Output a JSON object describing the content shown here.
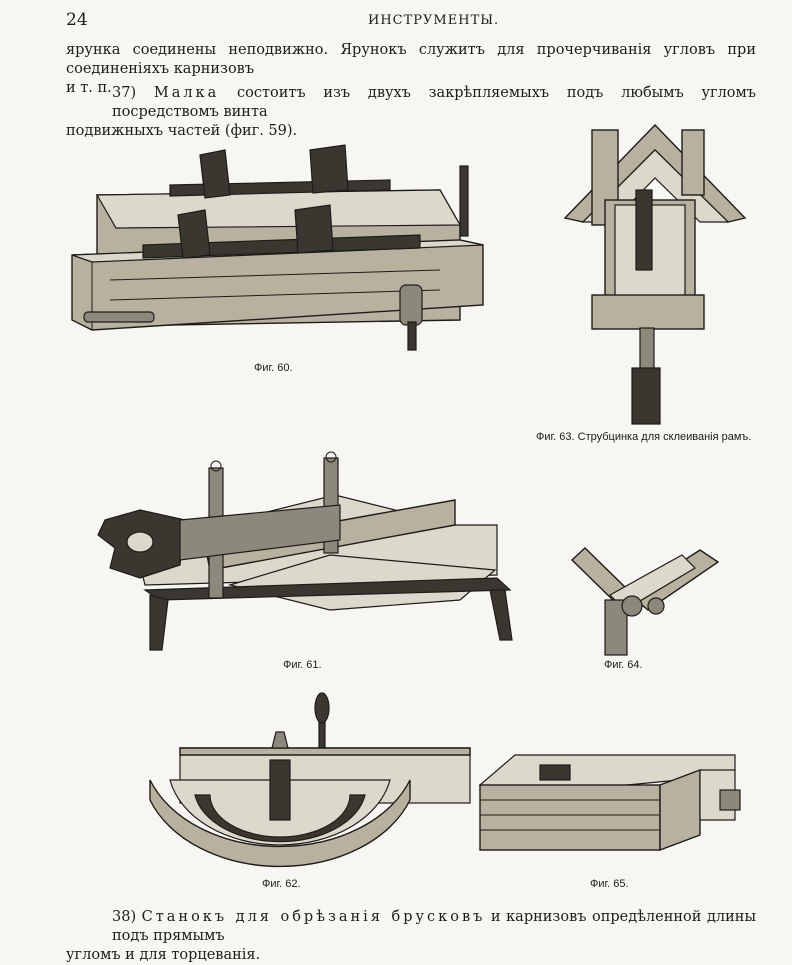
{
  "header": {
    "page_number": "24",
    "running_head": "ИНСТРУМЕНТЫ."
  },
  "body": {
    "p1_line1": "ярунка соединены неподвижно. Ярунокъ служитъ для прочерчиванія угловъ при соединеніяхъ карнизовъ",
    "p1_line2": "и т. п.",
    "p2_num": "37)",
    "p2_term": "Малка",
    "p2_rest1": "состоитъ изъ двухъ закрѣпляемыхъ подъ любымъ угломъ посредствомъ винта",
    "p2_line2": "подвижныхъ частей (фиг. 59).",
    "p3_num": "38)",
    "p3_term": "Станокъ для обрѣзанія брусковъ",
    "p3_rest1": "и карнизовъ опредѣленной длины подъ прямымъ",
    "p3_line2": "угломъ и для торцеванія."
  },
  "captions": {
    "fig60": "Фиг. 60.",
    "fig61": "Фиг. 61.",
    "fig62": "Фиг. 62.",
    "fig63": "Фиг. 63. Струбцинка для склеиванія рамъ.",
    "fig64": "Фиг. 64.",
    "fig65": "Фиг. 65."
  }
}
